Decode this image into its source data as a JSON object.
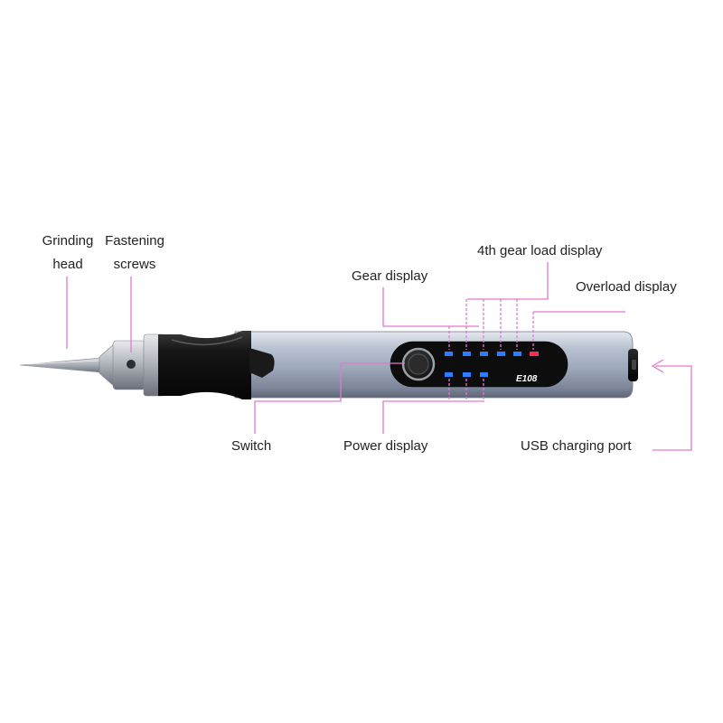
{
  "labels": {
    "grinding_head": [
      "Grinding",
      "head"
    ],
    "fastening_screws": [
      "Fastening",
      "screws"
    ],
    "gear_display": "Gear display",
    "fourth_gear_load_display": "4th gear load display",
    "overload_display": "Overload display",
    "switch": "Switch",
    "power_display": "Power display",
    "usb_charging_port": "USB charging port"
  },
  "device": {
    "model": "E108",
    "gear_leds": 5,
    "overload_leds": 1,
    "power_leds": 3
  },
  "colors": {
    "leader_line": "#e07ad0",
    "led_blue": "#2f7cff",
    "led_red": "#ff2a55",
    "body_silver": "#a8b3c6",
    "grip_black": "#121212",
    "panel_black": "#0d0d0d"
  }
}
